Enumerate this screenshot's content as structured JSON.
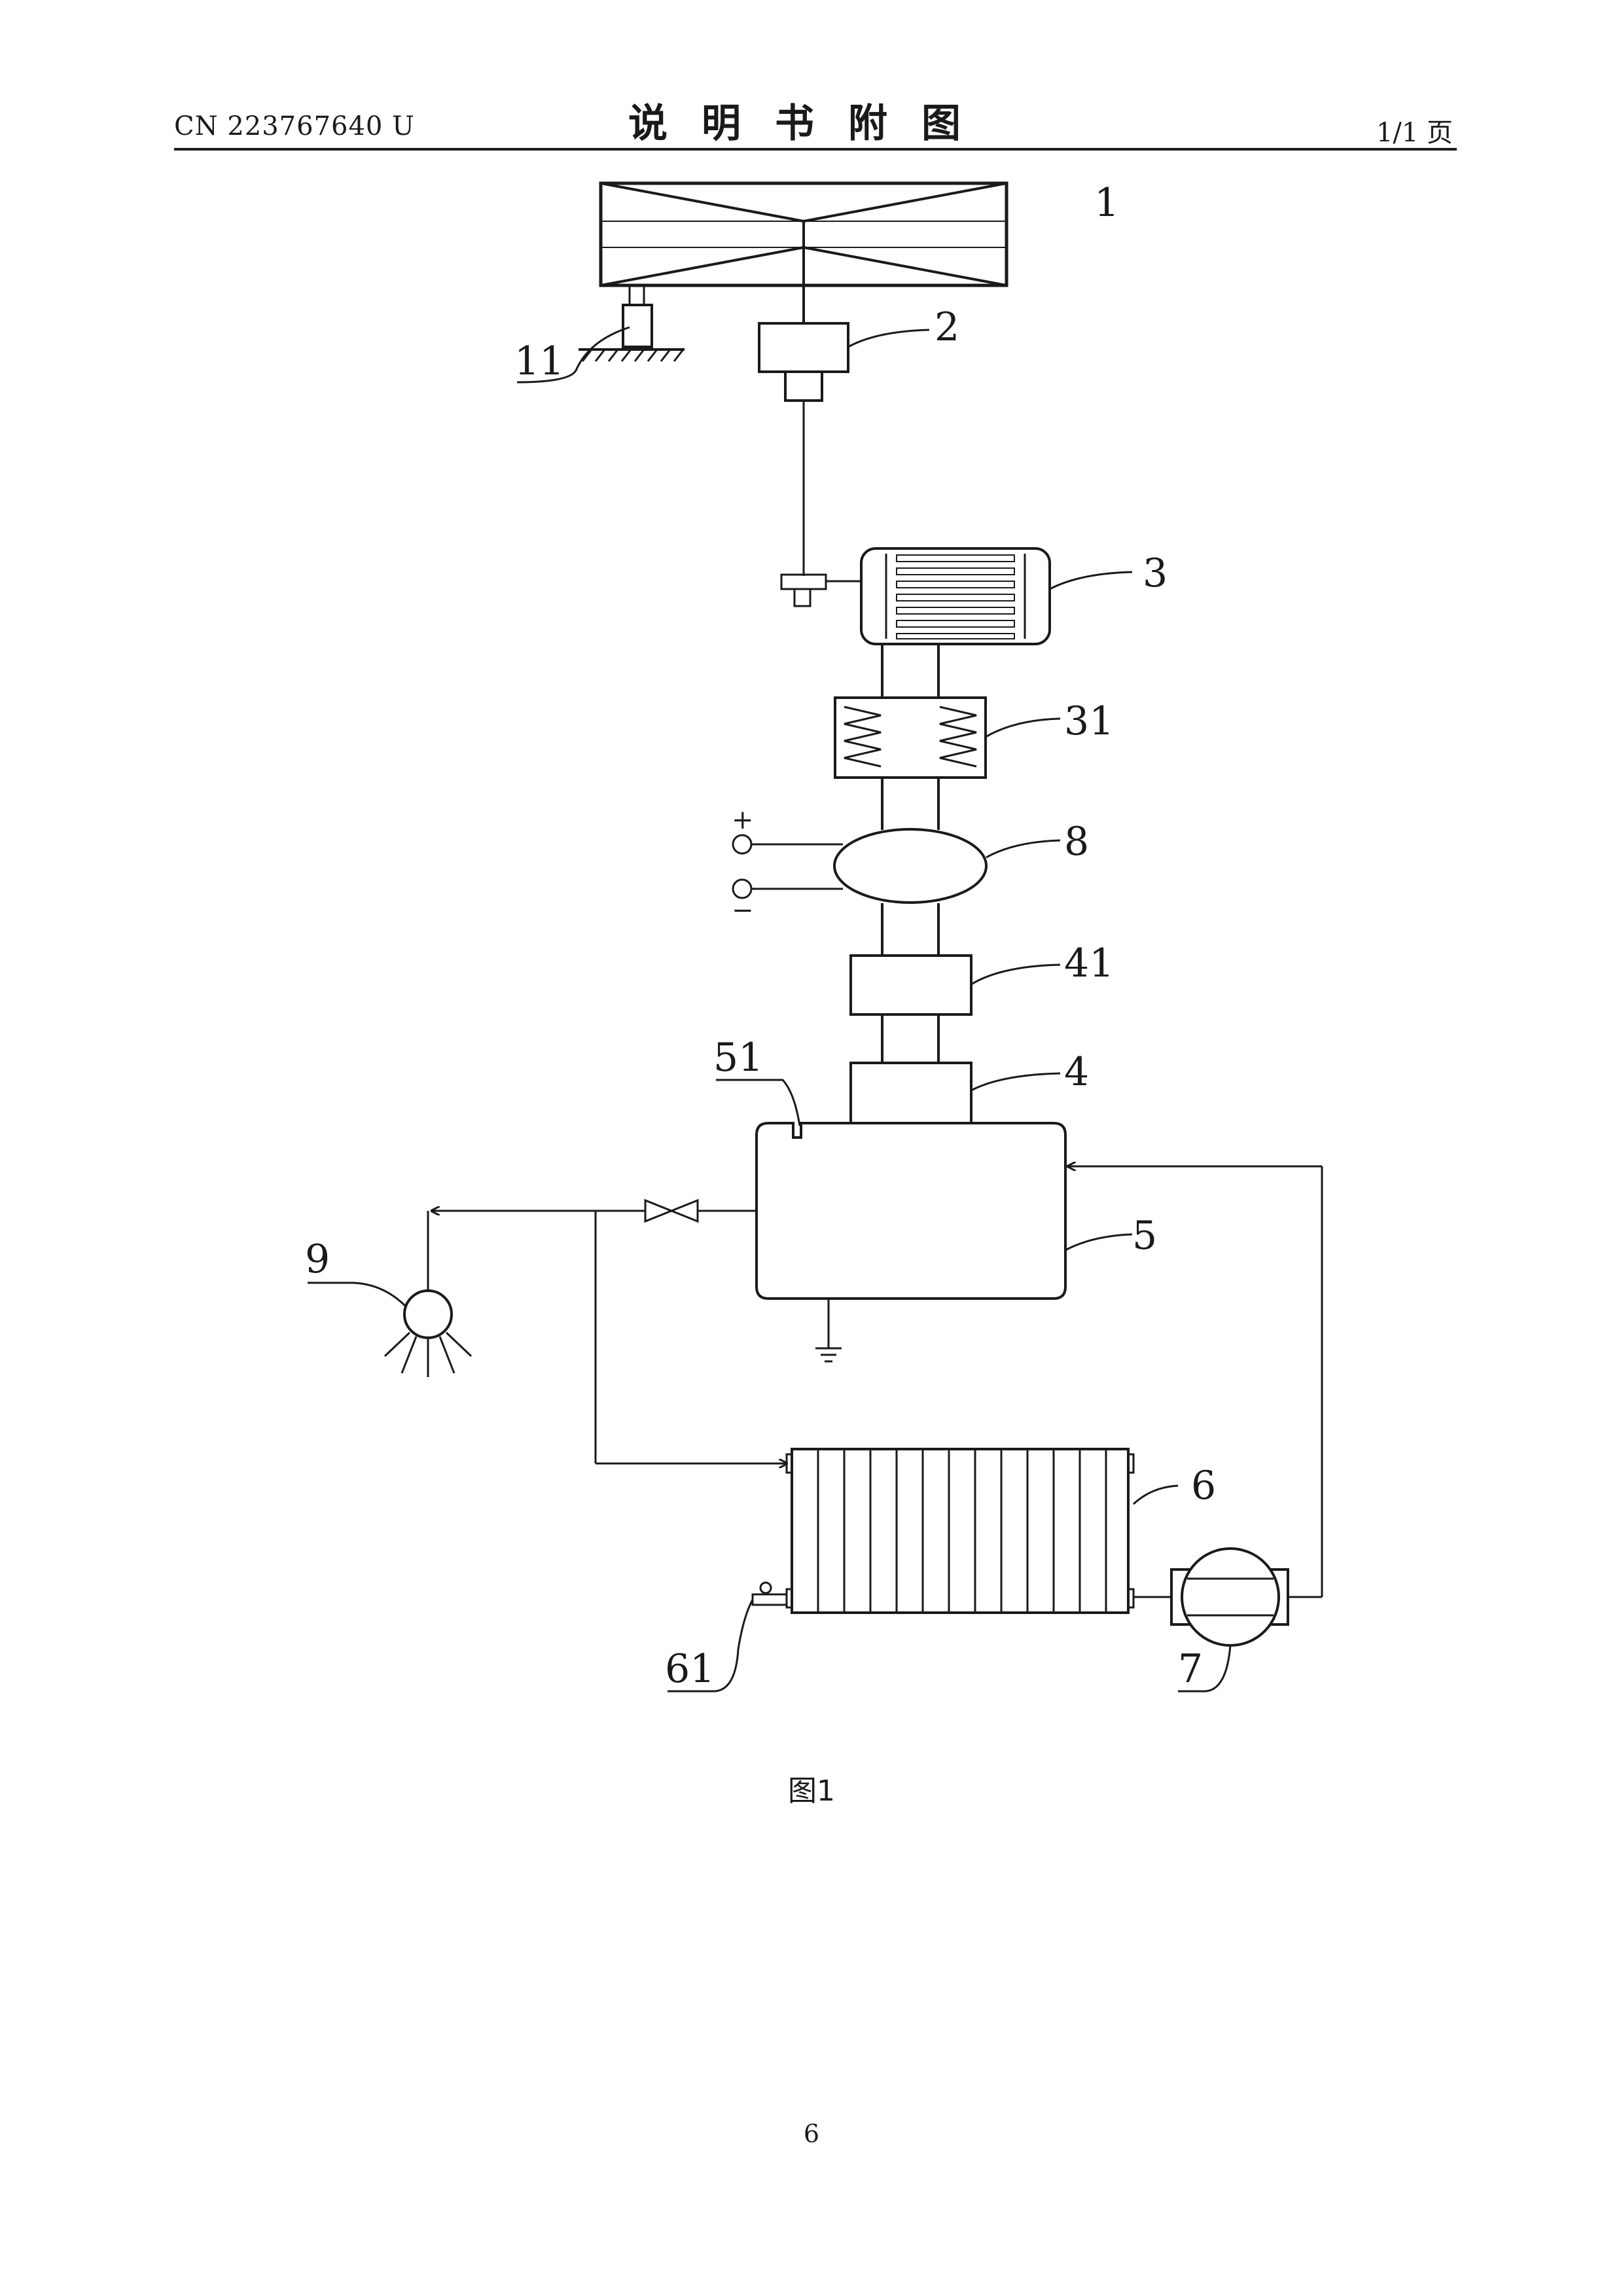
{
  "header": {
    "doc_number": "CN 223767640 U",
    "section_title": "说明书附图",
    "page_of": "1/1 页"
  },
  "figure": {
    "caption": "图1",
    "labels": {
      "l1": "1",
      "l2": "2",
      "l3": "3",
      "l31": "31",
      "l8": "8",
      "l41": "41",
      "l4": "4",
      "l51": "51",
      "l5": "5",
      "l9": "9",
      "l6": "6",
      "l61": "61",
      "l7": "7",
      "plus": "+",
      "minus": "−"
    }
  },
  "footer": {
    "page_number": "6"
  }
}
